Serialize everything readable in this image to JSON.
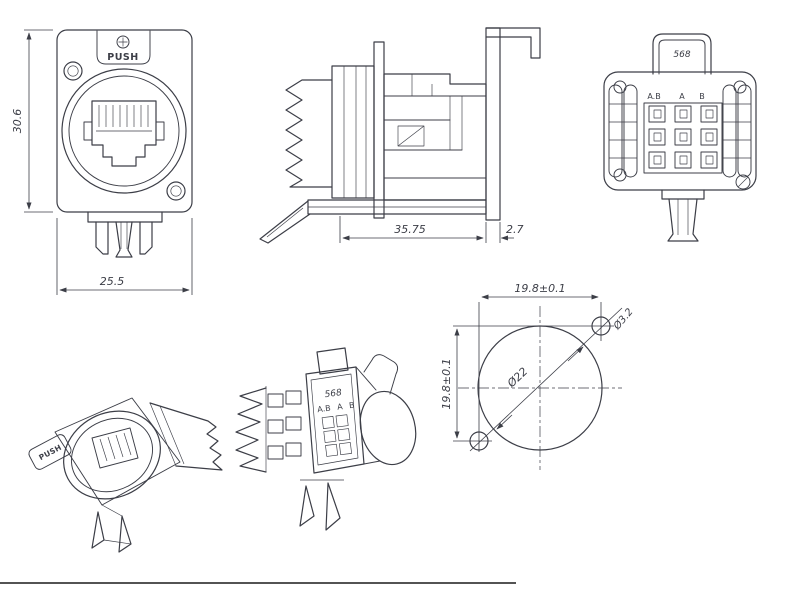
{
  "drawing": {
    "front": {
      "push": "PUSH",
      "dim_height": "30.6",
      "dim_width": "25.5"
    },
    "side": {
      "dim_depth": "35.75",
      "dim_flange": "2.7"
    },
    "rear": {
      "code": "568",
      "w_ab": "A.B",
      "w_a": "A",
      "w_b": "B"
    },
    "iso_front": {
      "push": "PUSH"
    },
    "iso_rear": {
      "code": "568",
      "w_ab": "A.B",
      "w_a": "A",
      "w_b": "B"
    },
    "cutout": {
      "dim_x": "19.8±0.1",
      "dim_y": "19.8±0.1",
      "dia_main": "Ø22",
      "dia_hole": "Ø3.2"
    },
    "colors": {
      "line": "#3c3e47",
      "background": "#ffffff"
    }
  }
}
